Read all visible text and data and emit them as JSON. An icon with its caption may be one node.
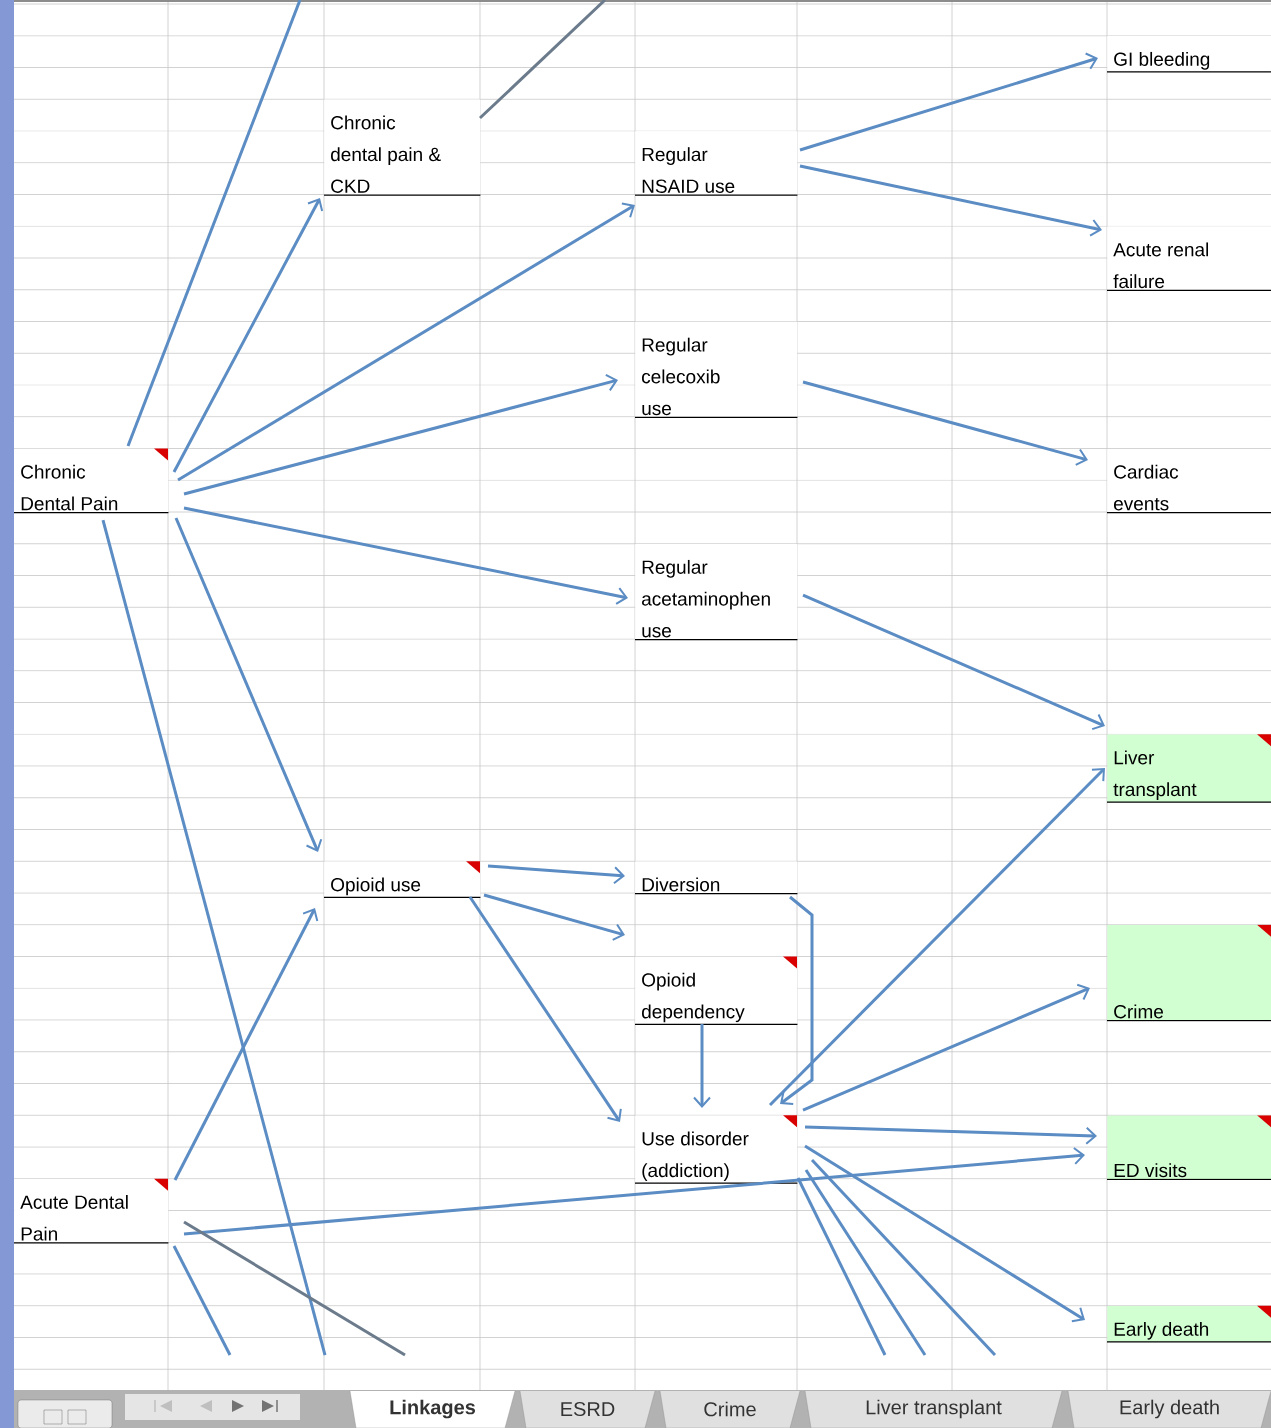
{
  "diagram": {
    "nodes": [
      {
        "text": [
          "Chronic dental pain & CKD"
        ]
      },
      {
        "text": [
          "Regular NSAID use"
        ]
      },
      {
        "text": [
          "GI bleeding"
        ]
      },
      {
        "text": [
          "Acute renal failure"
        ]
      },
      {
        "text": [
          "Regular celecoxib use"
        ]
      },
      {
        "text": [
          "Chronic Dental Pain"
        ]
      },
      {
        "text": [
          "Cardiac events"
        ]
      },
      {
        "text": [
          "Regular acetaminophen use"
        ]
      },
      {
        "text": [
          "Liver transplant"
        ]
      },
      {
        "text": [
          "Opioid use"
        ]
      },
      {
        "text": [
          "Diversion"
        ]
      },
      {
        "text": [
          "Opioid dependency"
        ]
      },
      {
        "text": [
          "Crime"
        ]
      },
      {
        "text": [
          "Use disorder (addiction)"
        ]
      },
      {
        "text": [
          "ED visits"
        ]
      },
      {
        "text": [
          "Acute Dental Pain"
        ]
      },
      {
        "text": [
          "Early death"
        ]
      }
    ],
    "edges": [
      {
        "from": 5,
        "to": null,
        "arrow": "none"
      },
      {
        "from": 0,
        "to": null,
        "arrow": "none",
        "color": "#6b7b8c"
      },
      {
        "from": 5,
        "to": 0,
        "arrow": "to"
      },
      {
        "from": 5,
        "to": 1,
        "arrow": "to"
      },
      {
        "from": 5,
        "to": 4,
        "arrow": "to"
      },
      {
        "from": 5,
        "to": 7,
        "arrow": "to"
      },
      {
        "from": 5,
        "to": 9,
        "arrow": "to"
      },
      {
        "from": 5,
        "to": null,
        "arrow": "none"
      },
      {
        "from": 1,
        "to": 2,
        "arrow": "to"
      },
      {
        "from": 1,
        "to": 3,
        "arrow": "to"
      },
      {
        "from": 4,
        "to": 6,
        "arrow": "to"
      },
      {
        "from": 7,
        "to": 8,
        "arrow": "to"
      },
      {
        "from": 9,
        "to": 10,
        "arrow": "to"
      },
      {
        "from": 9,
        "to": 11,
        "arrow": "to"
      },
      {
        "from": 9,
        "to": 13,
        "arrow": "to"
      },
      {
        "from": 10,
        "to": 13,
        "arrow": "to"
      },
      {
        "from": 11,
        "to": 13,
        "arrow": "to"
      },
      {
        "from": 13,
        "to": 8,
        "arrow": "to"
      },
      {
        "from": 13,
        "to": 12,
        "arrow": "to"
      },
      {
        "from": 13,
        "to": 14,
        "arrow": "to"
      },
      {
        "from": 13,
        "to": 16,
        "arrow": "to"
      },
      {
        "from": 13,
        "to": null,
        "arrow": "none"
      },
      {
        "from": 13,
        "to": null,
        "arrow": "none"
      },
      {
        "from": 13,
        "to": null,
        "arrow": "none"
      },
      {
        "from": 15,
        "to": 9,
        "arrow": "to"
      },
      {
        "from": 15,
        "to": 14,
        "arrow": "to"
      },
      {
        "from": 15,
        "to": null,
        "arrow": "none"
      },
      {
        "from": 15,
        "to": null,
        "arrow": "none",
        "color": "#6b7b8c"
      }
    ],
    "labels": [
      "Linkages",
      "ESRD",
      "Crime",
      "Liver transplant",
      "Early death"
    ]
  }
}
